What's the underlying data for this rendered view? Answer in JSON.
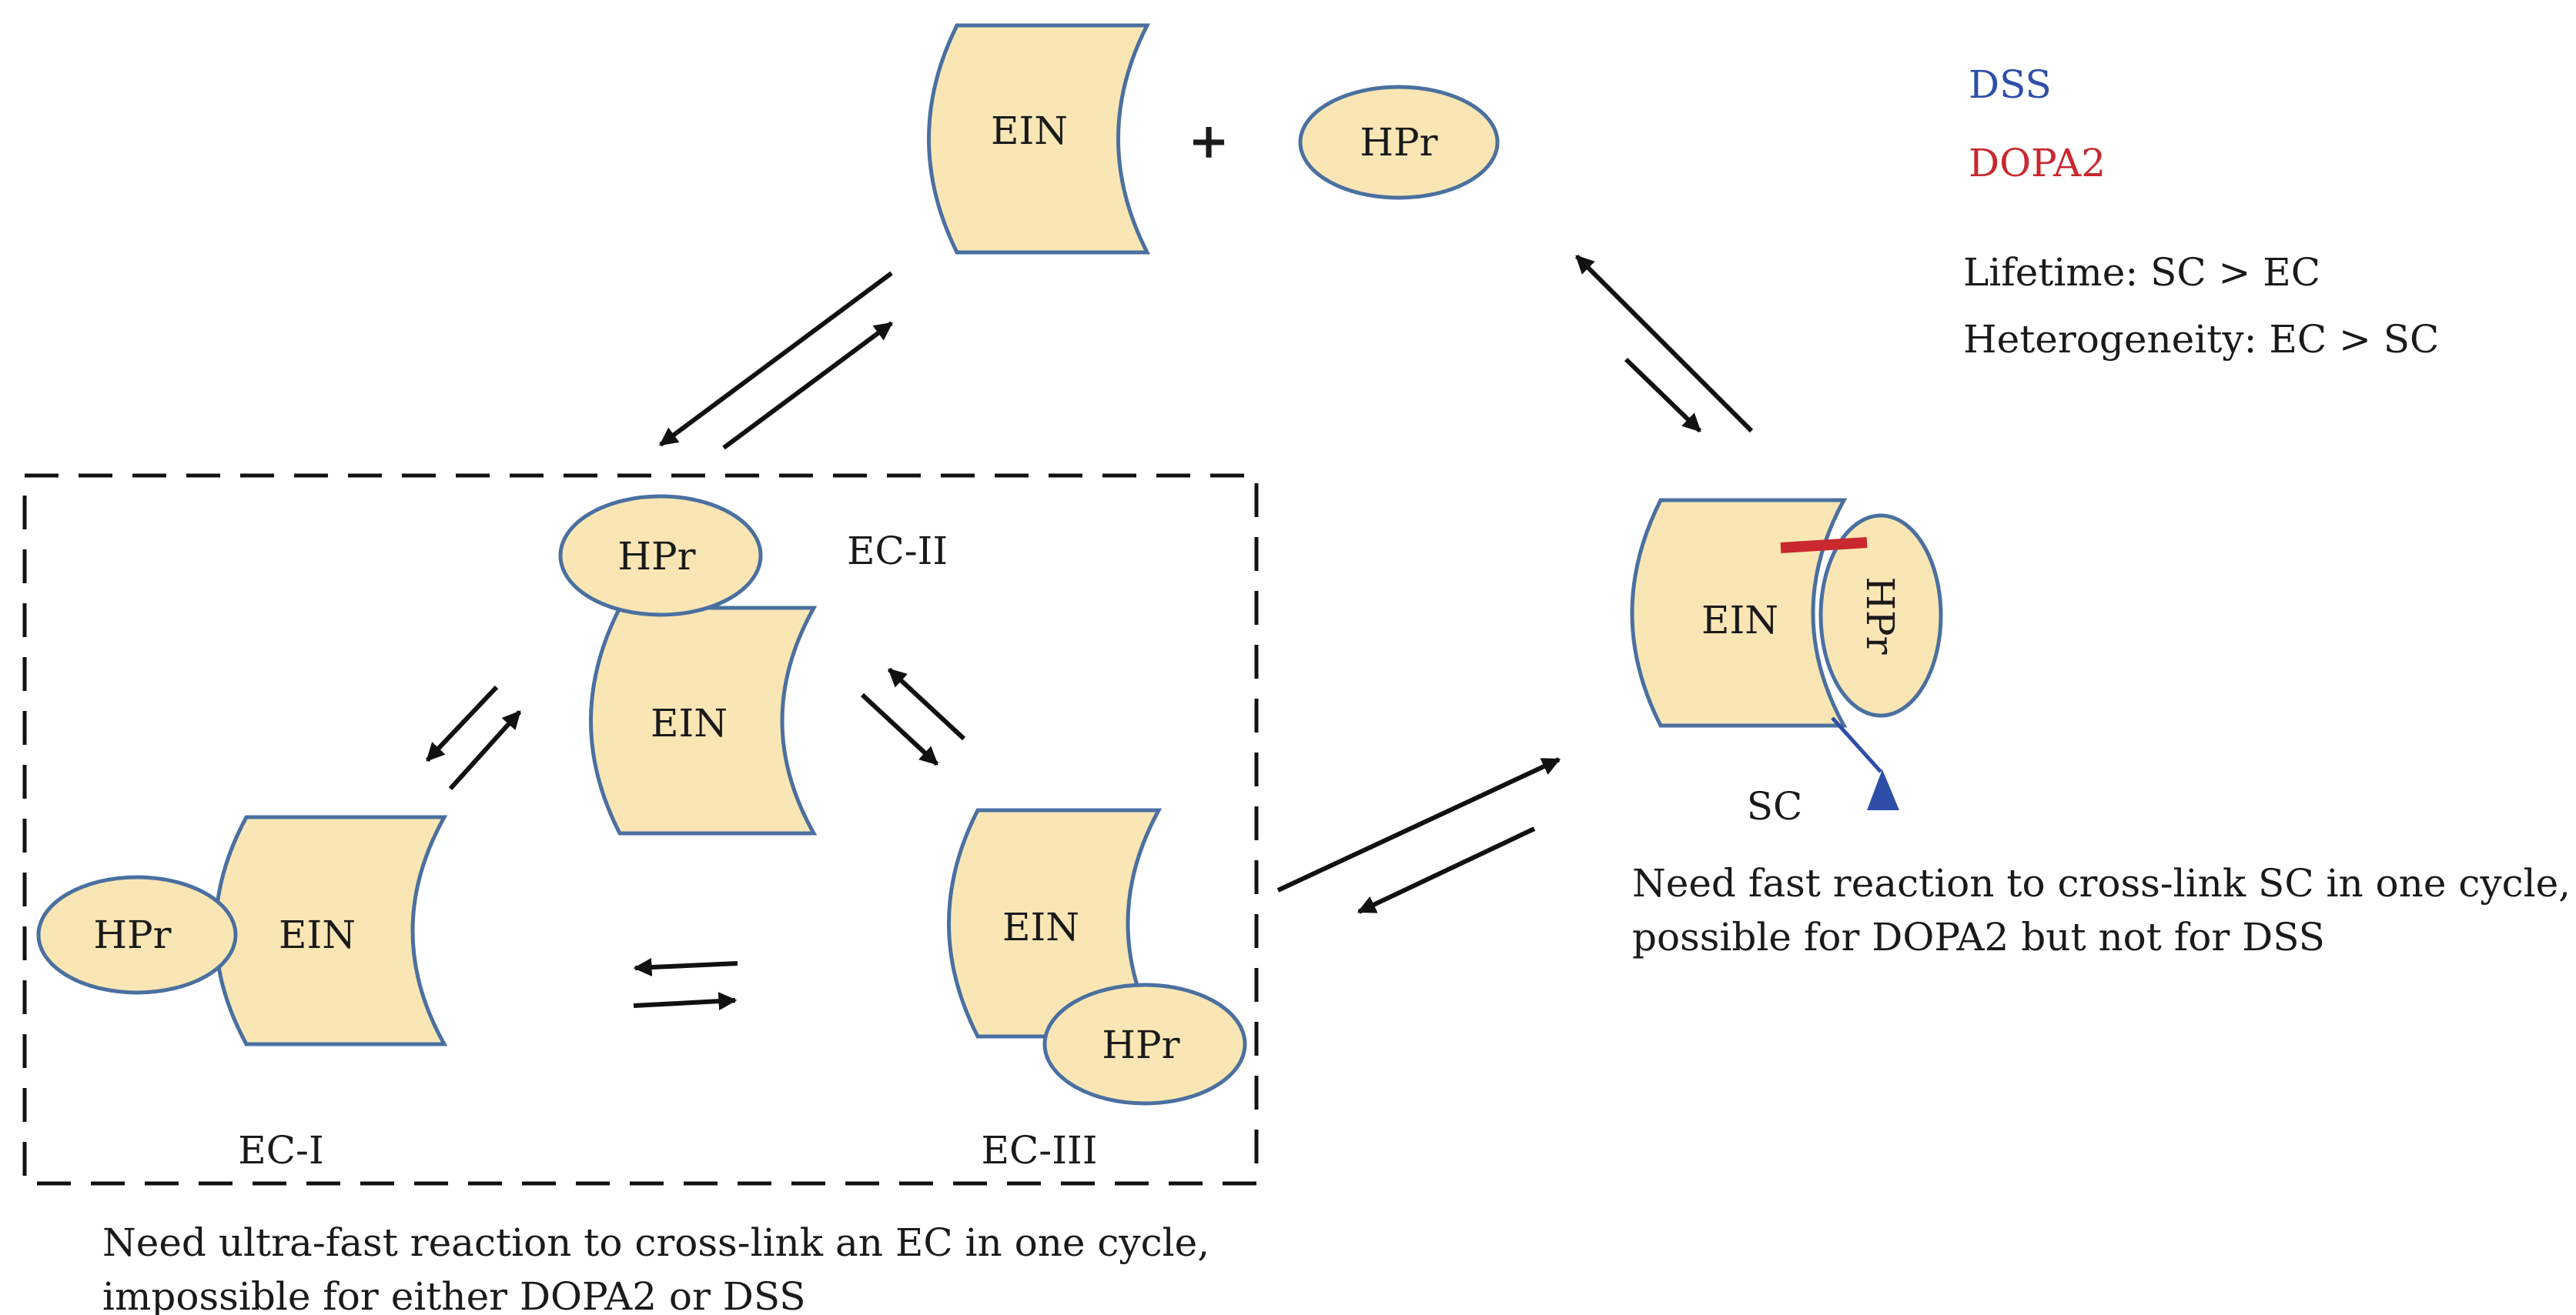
{
  "legend": {
    "dss": "DSS",
    "dopa2": "DOPA2",
    "lifetime": "Lifetime: SC > EC",
    "heterogeneity": "Heterogeneity: EC > SC"
  },
  "top": {
    "ein": "EIN",
    "plus": "+",
    "hpr": "HPr"
  },
  "ec2": {
    "ein": "EIN",
    "hpr": "HPr",
    "label": "EC-II"
  },
  "ec1": {
    "ein": "EIN",
    "hpr": "HPr",
    "label": "EC-I"
  },
  "ec3": {
    "ein": "EIN",
    "hpr": "HPr",
    "label": "EC-III"
  },
  "sc": {
    "ein": "EIN",
    "hpr": "HPr",
    "label": "SC",
    "note_line1": "Need fast reaction to cross-link SC in one cycle,",
    "note_line2": "possible for DOPA2 but not for DSS"
  },
  "ec_note": {
    "line1": "Need ultra-fast reaction to cross-link an EC in one cycle,",
    "line2": "impossible for either DOPA2 or DSS"
  },
  "colors": {
    "fill": "#fae6b4",
    "stroke": "#4a70a0",
    "dss": "#2e4ea8",
    "dopa2": "#c8282e",
    "arrow": "#111111"
  }
}
